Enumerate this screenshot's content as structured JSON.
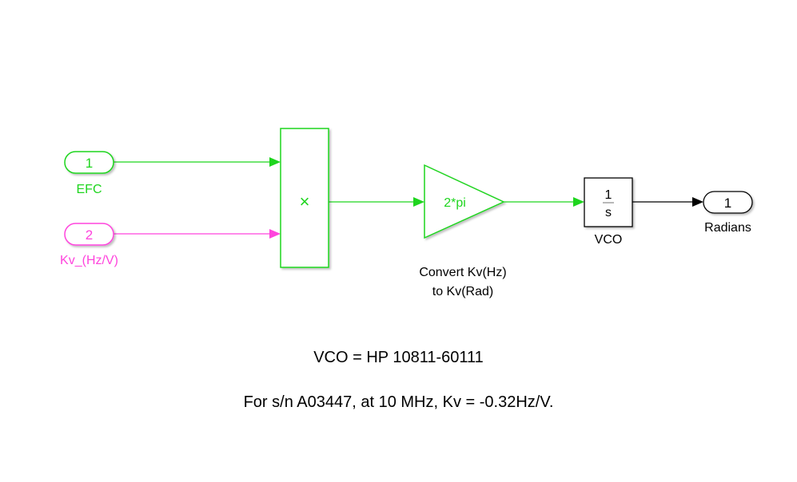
{
  "diagram": {
    "colors": {
      "green": "#1ED51E",
      "magenta": "#FF44DD",
      "black": "#000000",
      "background": "#FFFFFF"
    },
    "inports": [
      {
        "number": "1",
        "label": "EFC",
        "color": "green"
      },
      {
        "number": "2",
        "label": "Kv_(Hz/V)",
        "color": "magenta"
      }
    ],
    "product_block": {
      "symbol": "×",
      "color": "green"
    },
    "gain_block": {
      "value": "2*pi",
      "caption_line1": "Convert Kv(Hz)",
      "caption_line2": "to Kv(Rad)",
      "color": "green"
    },
    "integrator_block": {
      "numerator": "1",
      "denominator": "s",
      "caption": "VCO",
      "color": "black"
    },
    "outports": [
      {
        "number": "1",
        "label": "Radians",
        "color": "black"
      }
    ],
    "annotations": [
      "VCO = HP 10811-60111",
      "For s/n A03447, at 10 MHz, Kv = -0.32Hz/V."
    ]
  }
}
